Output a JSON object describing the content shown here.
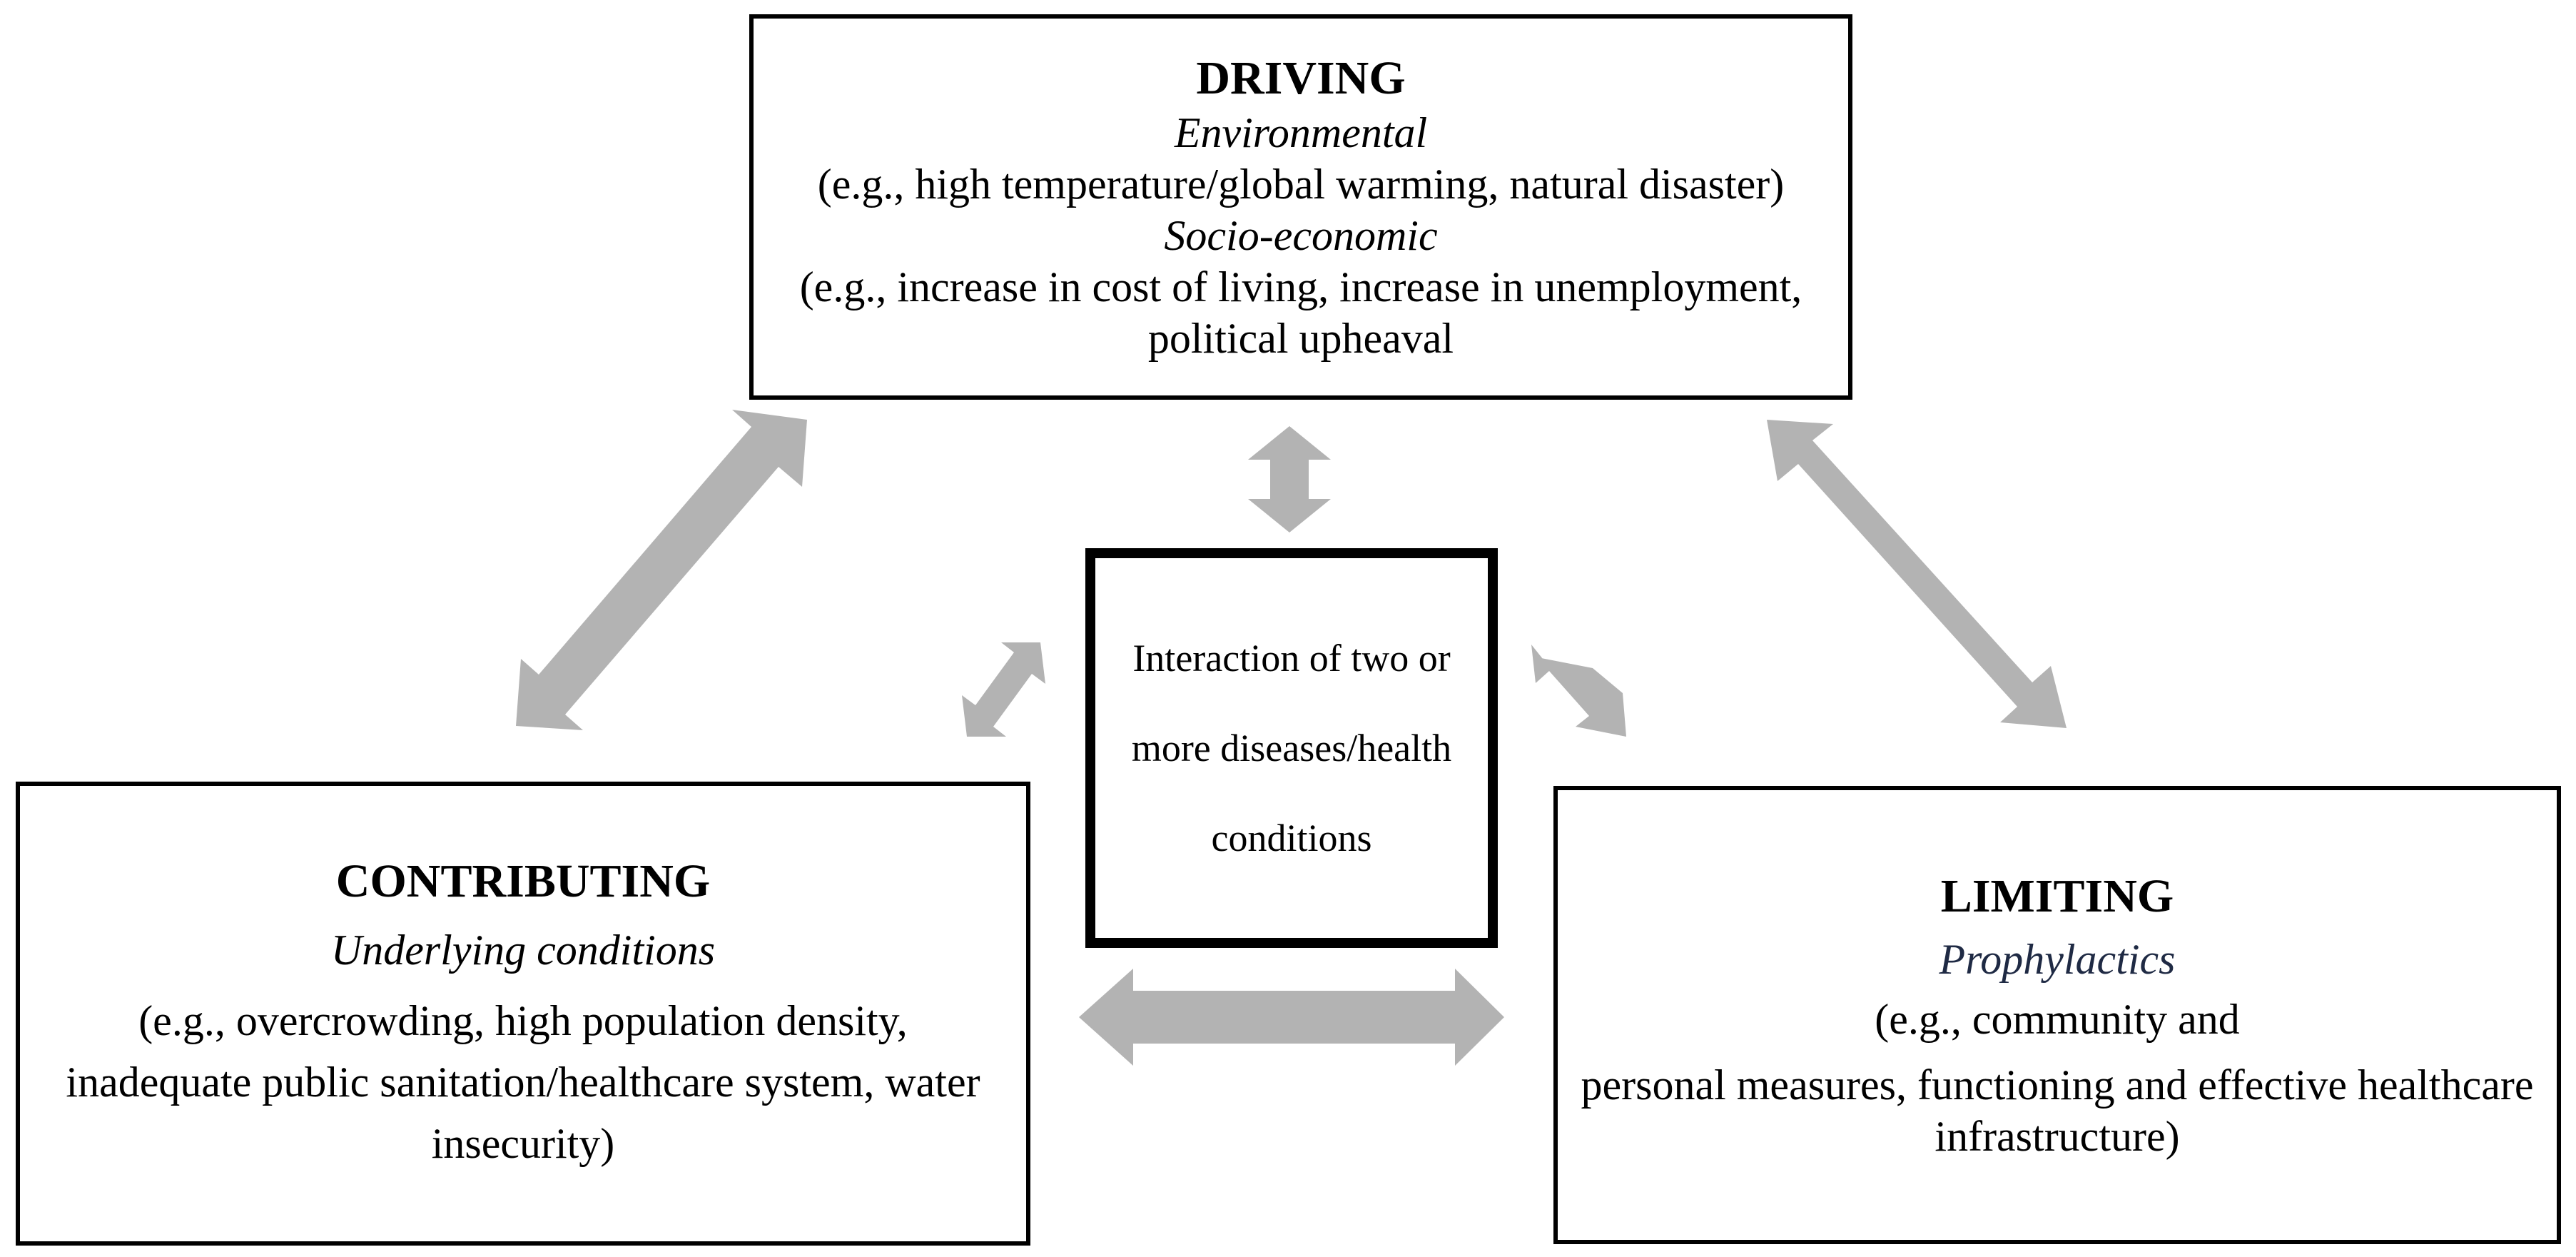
{
  "driving": {
    "title": "DRIVING",
    "category1": "Environmental",
    "examples1": "(e.g., high temperature/global warming, natural disaster)",
    "category2": "Socio-economic",
    "examples2": "(e.g., increase in cost of living, increase in unemployment, political upheaval"
  },
  "contributing": {
    "title": "CONTRIBUTING",
    "category": "Underlying conditions",
    "examples": "(e.g., overcrowding, high population density, inadequate public sanitation/healthcare system, water insecurity)"
  },
  "limiting": {
    "title": "LIMITING",
    "category": "Prophylactics",
    "examples_line1": "(e.g., community and",
    "examples_line2": "personal measures, functioning and effective healthcare infrastructure)"
  },
  "center": {
    "label": "Interaction of two or more diseases/health conditions"
  },
  "colors": {
    "arrow": "#b3b3b3",
    "border": "#000000"
  }
}
